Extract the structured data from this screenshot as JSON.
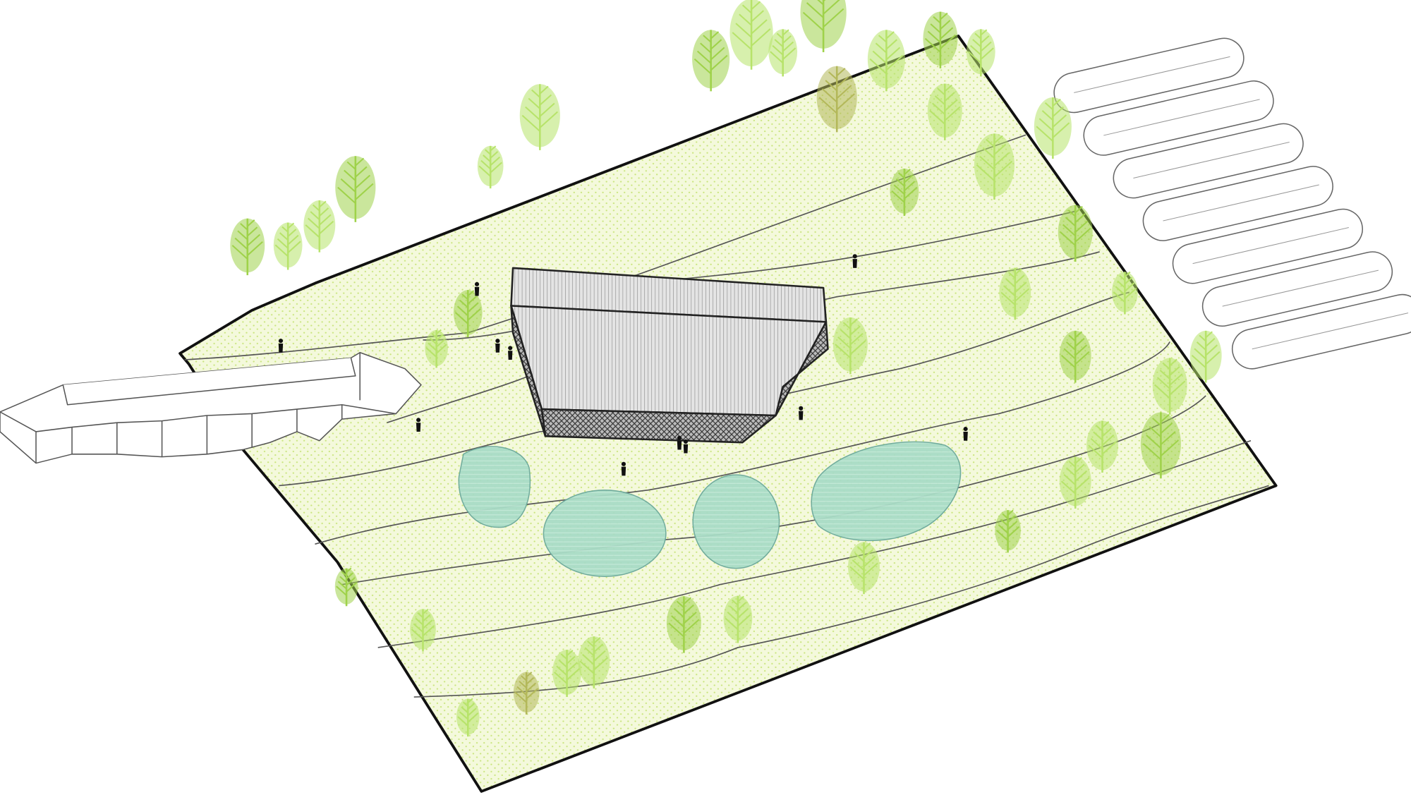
{
  "diagram": {
    "type": "axonometric site plan",
    "colors": {
      "site_fill": "#f4f9dc",
      "site_dots": "#c9e57c",
      "outline": "#111111",
      "contour": "#555555",
      "pond_fill": "#a9dcc6",
      "pond_stroke": "#6aa89a",
      "tree_light": "#b7e36a",
      "tree_mid": "#9fd24a",
      "tree_olive": "#b3b85a",
      "building_roof": "#d9d9d9",
      "greenhouse_stroke": "#666666"
    },
    "elements": {
      "building_count": 1,
      "pond_count": 4,
      "greenhouse_count": 7
    }
  }
}
